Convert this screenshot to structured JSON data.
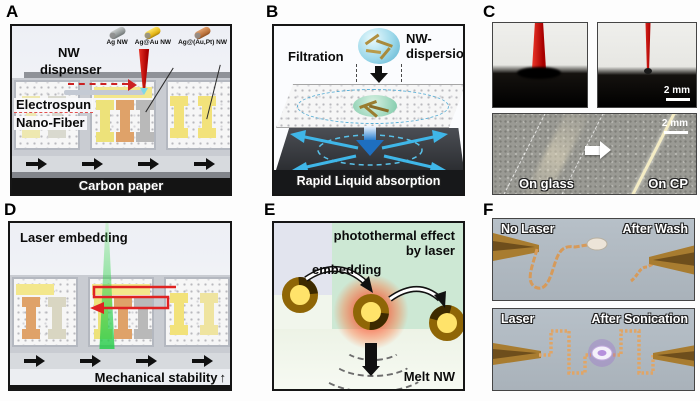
{
  "figure": {
    "type": "scientific multi-panel figure"
  },
  "colors": {
    "laser_red": "#cc1111",
    "laser_green": "#44cc55",
    "cyan_arrow": "#3fb6e8",
    "ag_nw": "#9aa0a0",
    "au_nw": "#f0c929",
    "aupt_nw": "#c77f4a",
    "trace_orange": "#d69a5a",
    "glow_red": "#ff4020",
    "led_purple": "#a06ad0",
    "dogbone_yellow": "#ede27a",
    "dogbone_orange": "#dfa269",
    "dogbone_gray": "#b9b9b9"
  },
  "icons": {
    "conveyor-arrow-icon": "→",
    "down-arrow-icon": "↓",
    "increase-arrow-icon": "↑",
    "process-arrow-icon": "➡",
    "dispenser-nozzle-icon": "cone",
    "laser-beam-icon": "beam"
  },
  "panel_a": {
    "label": "A",
    "dispenser_line1": "NW",
    "dispenser_line2": "dispenser",
    "fiber_line1": "Electrospun",
    "fiber_line2": "Nano-Fiber",
    "carbon_paper": "Carbon paper",
    "legend": [
      {
        "label": "Ag NW"
      },
      {
        "label": "Ag@Au NW"
      },
      {
        "label": "Ag@(Au,Pt) NW"
      }
    ]
  },
  "panel_b": {
    "label": "B",
    "filtration": "Filtration",
    "dispersion_line1": "NW-",
    "dispersion_line2": "dispersion",
    "absorption": "Rapid Liquid absorption"
  },
  "panel_c": {
    "label": "C",
    "scale_top": "2 mm",
    "scale_bottom": "2 mm",
    "on_glass": "On glass",
    "on_cp": "On CP"
  },
  "panel_d": {
    "label": "D",
    "laser_embedding": "Laser embedding",
    "stability": "Mechanical stability",
    "stability_arrow": "↑"
  },
  "panel_e": {
    "label": "E",
    "effect_line1": "photothermal effect",
    "effect_line2": "by laser",
    "embedding": "embedding",
    "melt": "Melt NW"
  },
  "panel_f": {
    "label": "F",
    "top_left": "No Laser",
    "top_right": "After Wash",
    "bottom_left": "Laser",
    "bottom_right": "After Sonication"
  }
}
